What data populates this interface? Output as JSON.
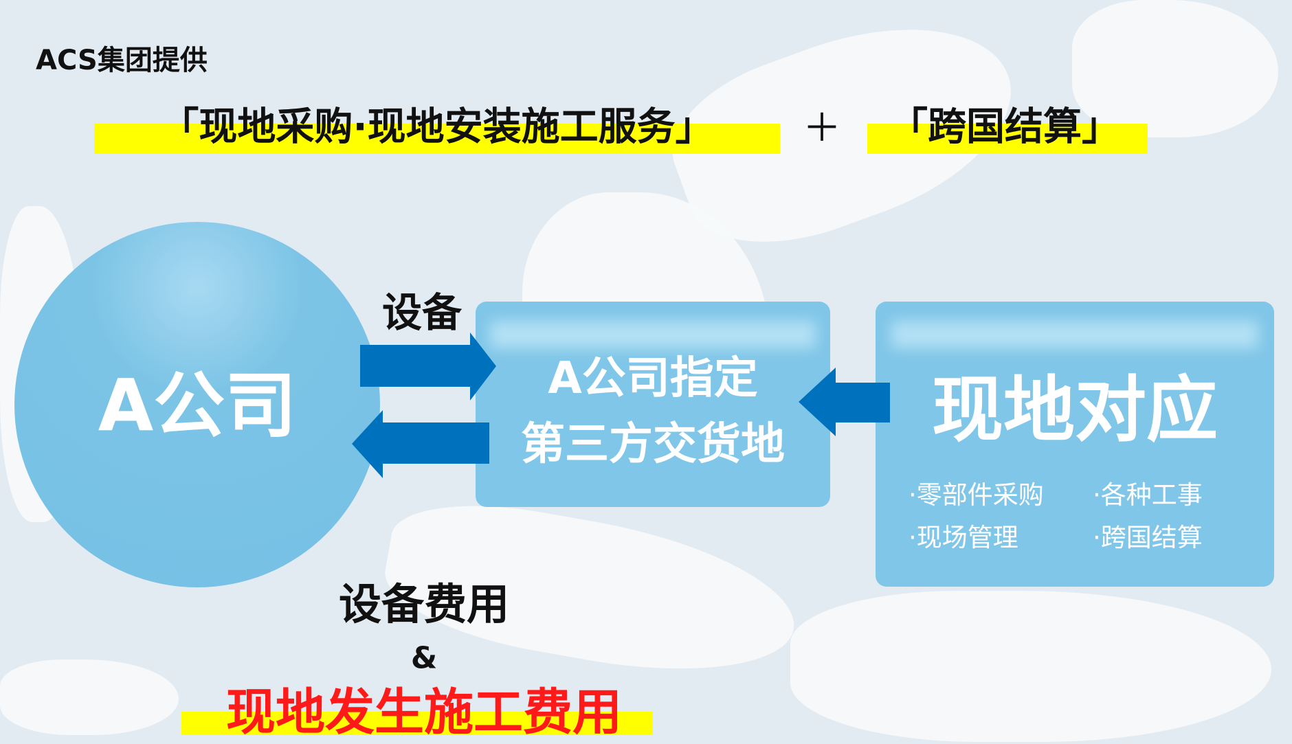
{
  "header": {
    "provider": "ACS集团提供",
    "service_title": "「现地采购·现地安装施工服务」",
    "plus": "＋",
    "settlement_title": "「跨国结算」"
  },
  "diagram": {
    "company": "A公司",
    "equipment_label": "设备",
    "delivery_box": {
      "line1": "A公司指定",
      "line2": "第三方交货地"
    },
    "local_box": {
      "title": "现地对应",
      "items": [
        "·零部件采购",
        "·各种工事",
        "·现场管理",
        "·跨国结算"
      ]
    },
    "cost_label": "设备费用",
    "ampersand": "&",
    "local_cost_label": "现地发生施工费用"
  },
  "colors": {
    "highlight": "#ffff00",
    "arrow": "#0071bc",
    "box": "#80c6e8",
    "red_text": "#ff1a1a",
    "background": "#e3ebf2"
  }
}
